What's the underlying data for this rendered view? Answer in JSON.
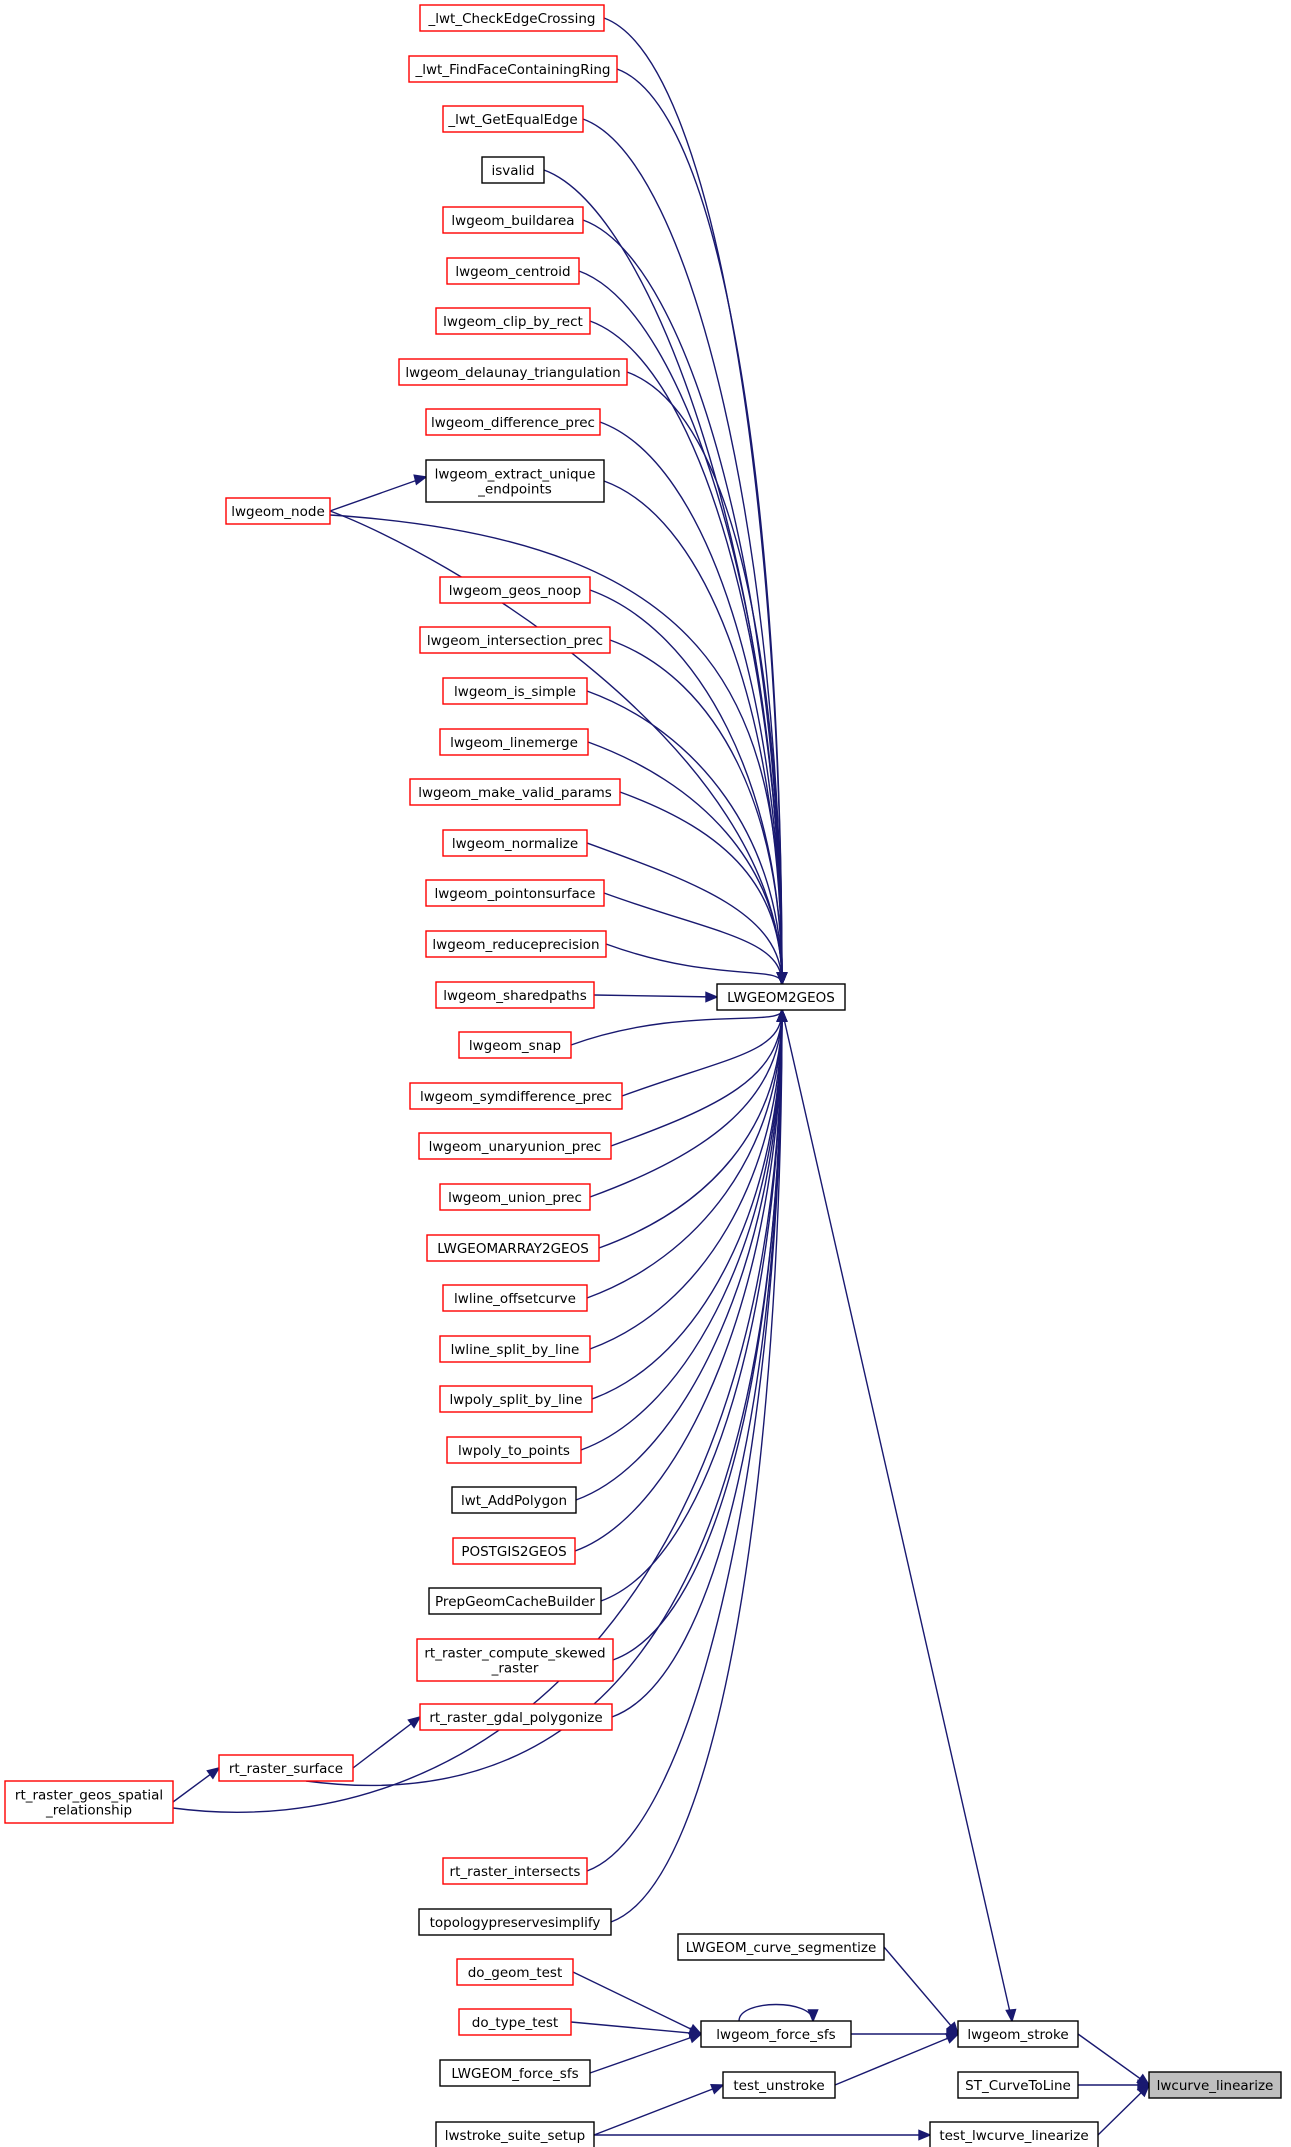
{
  "colors": {
    "edge": "#191970",
    "border_default": "#000000",
    "border_truncated": "#ff0000",
    "node_fill": "#ffffff",
    "root_fill": "#bfbfbf"
  },
  "nodes": {
    "lwcurve_linearize": {
      "label": [
        "lwcurve_linearize"
      ],
      "style": "root"
    },
    "lwgeom_stroke": {
      "label": [
        "lwgeom_stroke"
      ],
      "style": "black"
    },
    "ST_CurveToLine": {
      "label": [
        "ST_CurveToLine"
      ],
      "style": "black"
    },
    "test_lwcurve_linearize": {
      "label": [
        "test_lwcurve_linearize"
      ],
      "style": "black"
    },
    "lwstroke_suite_setup": {
      "label": [
        "lwstroke_suite_setup"
      ],
      "style": "black"
    },
    "LWGEOM2GEOS": {
      "label": [
        "LWGEOM2GEOS"
      ],
      "style": "black"
    },
    "LWGEOM_curve_segmentize": {
      "label": [
        "LWGEOM_curve_segmentize"
      ],
      "style": "black"
    },
    "lwgeom_force_sfs": {
      "label": [
        "lwgeom_force_sfs"
      ],
      "style": "black"
    },
    "test_unstroke": {
      "label": [
        "test_unstroke"
      ],
      "style": "black"
    },
    "do_geom_test": {
      "label": [
        "do_geom_test"
      ],
      "style": "red"
    },
    "do_type_test": {
      "label": [
        "do_type_test"
      ],
      "style": "red"
    },
    "LWGEOM_force_sfs": {
      "label": [
        "LWGEOM_force_sfs"
      ],
      "style": "black"
    },
    "_lwt_CheckEdgeCrossing": {
      "label": [
        "_lwt_CheckEdgeCrossing"
      ],
      "style": "red"
    },
    "_lwt_FindFaceContainingRing": {
      "label": [
        "_lwt_FindFaceContainingRing"
      ],
      "style": "red"
    },
    "_lwt_GetEqualEdge": {
      "label": [
        "_lwt_GetEqualEdge"
      ],
      "style": "red"
    },
    "isvalid": {
      "label": [
        "isvalid"
      ],
      "style": "black"
    },
    "lwgeom_buildarea": {
      "label": [
        "lwgeom_buildarea"
      ],
      "style": "red"
    },
    "lwgeom_centroid": {
      "label": [
        "lwgeom_centroid"
      ],
      "style": "red"
    },
    "lwgeom_clip_by_rect": {
      "label": [
        "lwgeom_clip_by_rect"
      ],
      "style": "red"
    },
    "lwgeom_delaunay_triangulation": {
      "label": [
        "lwgeom_delaunay_triangulation"
      ],
      "style": "red"
    },
    "lwgeom_difference_prec": {
      "label": [
        "lwgeom_difference_prec"
      ],
      "style": "red"
    },
    "lwgeom_extract_unique_endpoints": {
      "label": [
        "lwgeom_extract_unique",
        "_endpoints"
      ],
      "style": "black"
    },
    "lwgeom_node": {
      "label": [
        "lwgeom_node"
      ],
      "style": "red"
    },
    "lwgeom_geos_noop": {
      "label": [
        "lwgeom_geos_noop"
      ],
      "style": "red"
    },
    "lwgeom_intersection_prec": {
      "label": [
        "lwgeom_intersection_prec"
      ],
      "style": "red"
    },
    "lwgeom_is_simple": {
      "label": [
        "lwgeom_is_simple"
      ],
      "style": "red"
    },
    "lwgeom_linemerge": {
      "label": [
        "lwgeom_linemerge"
      ],
      "style": "red"
    },
    "lwgeom_make_valid_params": {
      "label": [
        "lwgeom_make_valid_params"
      ],
      "style": "red"
    },
    "lwgeom_normalize": {
      "label": [
        "lwgeom_normalize"
      ],
      "style": "red"
    },
    "lwgeom_pointonsurface": {
      "label": [
        "lwgeom_pointonsurface"
      ],
      "style": "red"
    },
    "lwgeom_reduceprecision": {
      "label": [
        "lwgeom_reduceprecision"
      ],
      "style": "red"
    },
    "lwgeom_sharedpaths": {
      "label": [
        "lwgeom_sharedpaths"
      ],
      "style": "red"
    },
    "lwgeom_snap": {
      "label": [
        "lwgeom_snap"
      ],
      "style": "red"
    },
    "lwgeom_symdifference_prec": {
      "label": [
        "lwgeom_symdifference_prec"
      ],
      "style": "red"
    },
    "lwgeom_unaryunion_prec": {
      "label": [
        "lwgeom_unaryunion_prec"
      ],
      "style": "red"
    },
    "lwgeom_union_prec": {
      "label": [
        "lwgeom_union_prec"
      ],
      "style": "red"
    },
    "LWGEOMARRAY2GEOS": {
      "label": [
        "LWGEOMARRAY2GEOS"
      ],
      "style": "red"
    },
    "lwline_offsetcurve": {
      "label": [
        "lwline_offsetcurve"
      ],
      "style": "red"
    },
    "lwline_split_by_line": {
      "label": [
        "lwline_split_by_line"
      ],
      "style": "red"
    },
    "lwpoly_split_by_line": {
      "label": [
        "lwpoly_split_by_line"
      ],
      "style": "red"
    },
    "lwpoly_to_points": {
      "label": [
        "lwpoly_to_points"
      ],
      "style": "red"
    },
    "lwt_AddPolygon": {
      "label": [
        "lwt_AddPolygon"
      ],
      "style": "black"
    },
    "POSTGIS2GEOS": {
      "label": [
        "POSTGIS2GEOS"
      ],
      "style": "red"
    },
    "PrepGeomCacheBuilder": {
      "label": [
        "PrepGeomCacheBuilder"
      ],
      "style": "black"
    },
    "rt_raster_compute_skewed_raster": {
      "label": [
        "rt_raster_compute_skewed",
        "_raster"
      ],
      "style": "red"
    },
    "rt_raster_gdal_polygonize": {
      "label": [
        "rt_raster_gdal_polygonize"
      ],
      "style": "red"
    },
    "rt_raster_surface": {
      "label": [
        "rt_raster_surface"
      ],
      "style": "red"
    },
    "rt_raster_geos_spatial_relationship": {
      "label": [
        "rt_raster_geos_spatial",
        "_relationship"
      ],
      "style": "red"
    },
    "rt_raster_intersects": {
      "label": [
        "rt_raster_intersects"
      ],
      "style": "red"
    },
    "topologypreservesimplify": {
      "label": [
        "topologypreservesimplify"
      ],
      "style": "black"
    }
  },
  "edges": [
    [
      "lwgeom_stroke",
      "lwcurve_linearize"
    ],
    [
      "ST_CurveToLine",
      "lwcurve_linearize"
    ],
    [
      "test_lwcurve_linearize",
      "lwcurve_linearize"
    ],
    [
      "LWGEOM2GEOS",
      "lwgeom_stroke"
    ],
    [
      "LWGEOM_curve_segmentize",
      "lwgeom_stroke"
    ],
    [
      "lwgeom_force_sfs",
      "lwgeom_stroke"
    ],
    [
      "test_unstroke",
      "lwgeom_stroke"
    ],
    [
      "lwgeom_force_sfs",
      "lwgeom_force_sfs"
    ],
    [
      "do_geom_test",
      "lwgeom_force_sfs"
    ],
    [
      "do_type_test",
      "lwgeom_force_sfs"
    ],
    [
      "LWGEOM_force_sfs",
      "lwgeom_force_sfs"
    ],
    [
      "lwstroke_suite_setup",
      "test_unstroke"
    ],
    [
      "lwstroke_suite_setup",
      "test_lwcurve_linearize"
    ],
    [
      "_lwt_CheckEdgeCrossing",
      "LWGEOM2GEOS"
    ],
    [
      "_lwt_FindFaceContainingRing",
      "LWGEOM2GEOS"
    ],
    [
      "_lwt_GetEqualEdge",
      "LWGEOM2GEOS"
    ],
    [
      "isvalid",
      "LWGEOM2GEOS"
    ],
    [
      "lwgeom_buildarea",
      "LWGEOM2GEOS"
    ],
    [
      "lwgeom_centroid",
      "LWGEOM2GEOS"
    ],
    [
      "lwgeom_clip_by_rect",
      "LWGEOM2GEOS"
    ],
    [
      "lwgeom_delaunay_triangulation",
      "LWGEOM2GEOS"
    ],
    [
      "lwgeom_difference_prec",
      "LWGEOM2GEOS"
    ],
    [
      "lwgeom_extract_unique_endpoints",
      "LWGEOM2GEOS"
    ],
    [
      "lwgeom_node",
      "LWGEOM2GEOS"
    ],
    [
      "lwgeom_node",
      "lwgeom_extract_unique_endpoints"
    ],
    [
      "lwgeom_geos_noop",
      "LWGEOM2GEOS"
    ],
    [
      "lwgeom_intersection_prec",
      "LWGEOM2GEOS"
    ],
    [
      "lwgeom_is_simple",
      "LWGEOM2GEOS"
    ],
    [
      "lwgeom_linemerge",
      "LWGEOM2GEOS"
    ],
    [
      "lwgeom_make_valid_params",
      "LWGEOM2GEOS"
    ],
    [
      "lwgeom_normalize",
      "LWGEOM2GEOS"
    ],
    [
      "lwgeom_pointonsurface",
      "LWGEOM2GEOS"
    ],
    [
      "lwgeom_reduceprecision",
      "LWGEOM2GEOS"
    ],
    [
      "lwgeom_sharedpaths",
      "LWGEOM2GEOS"
    ],
    [
      "lwgeom_snap",
      "LWGEOM2GEOS"
    ],
    [
      "lwgeom_symdifference_prec",
      "LWGEOM2GEOS"
    ],
    [
      "lwgeom_unaryunion_prec",
      "LWGEOM2GEOS"
    ],
    [
      "lwgeom_union_prec",
      "LWGEOM2GEOS"
    ],
    [
      "LWGEOMARRAY2GEOS",
      "LWGEOM2GEOS"
    ],
    [
      "lwline_offsetcurve",
      "LWGEOM2GEOS"
    ],
    [
      "lwline_split_by_line",
      "LWGEOM2GEOS"
    ],
    [
      "lwpoly_split_by_line",
      "LWGEOM2GEOS"
    ],
    [
      "lwpoly_to_points",
      "LWGEOM2GEOS"
    ],
    [
      "lwt_AddPolygon",
      "LWGEOM2GEOS"
    ],
    [
      "POSTGIS2GEOS",
      "LWGEOM2GEOS"
    ],
    [
      "PrepGeomCacheBuilder",
      "LWGEOM2GEOS"
    ],
    [
      "rt_raster_compute_skewed_raster",
      "LWGEOM2GEOS"
    ],
    [
      "rt_raster_gdal_polygonize",
      "LWGEOM2GEOS"
    ],
    [
      "rt_raster_surface",
      "LWGEOM2GEOS"
    ],
    [
      "rt_raster_surface",
      "rt_raster_gdal_polygonize"
    ],
    [
      "rt_raster_geos_spatial_relationship",
      "LWGEOM2GEOS"
    ],
    [
      "rt_raster_geos_spatial_relationship",
      "rt_raster_surface"
    ],
    [
      "rt_raster_intersects",
      "LWGEOM2GEOS"
    ],
    [
      "topologypreservesimplify",
      "LWGEOM2GEOS"
    ]
  ]
}
